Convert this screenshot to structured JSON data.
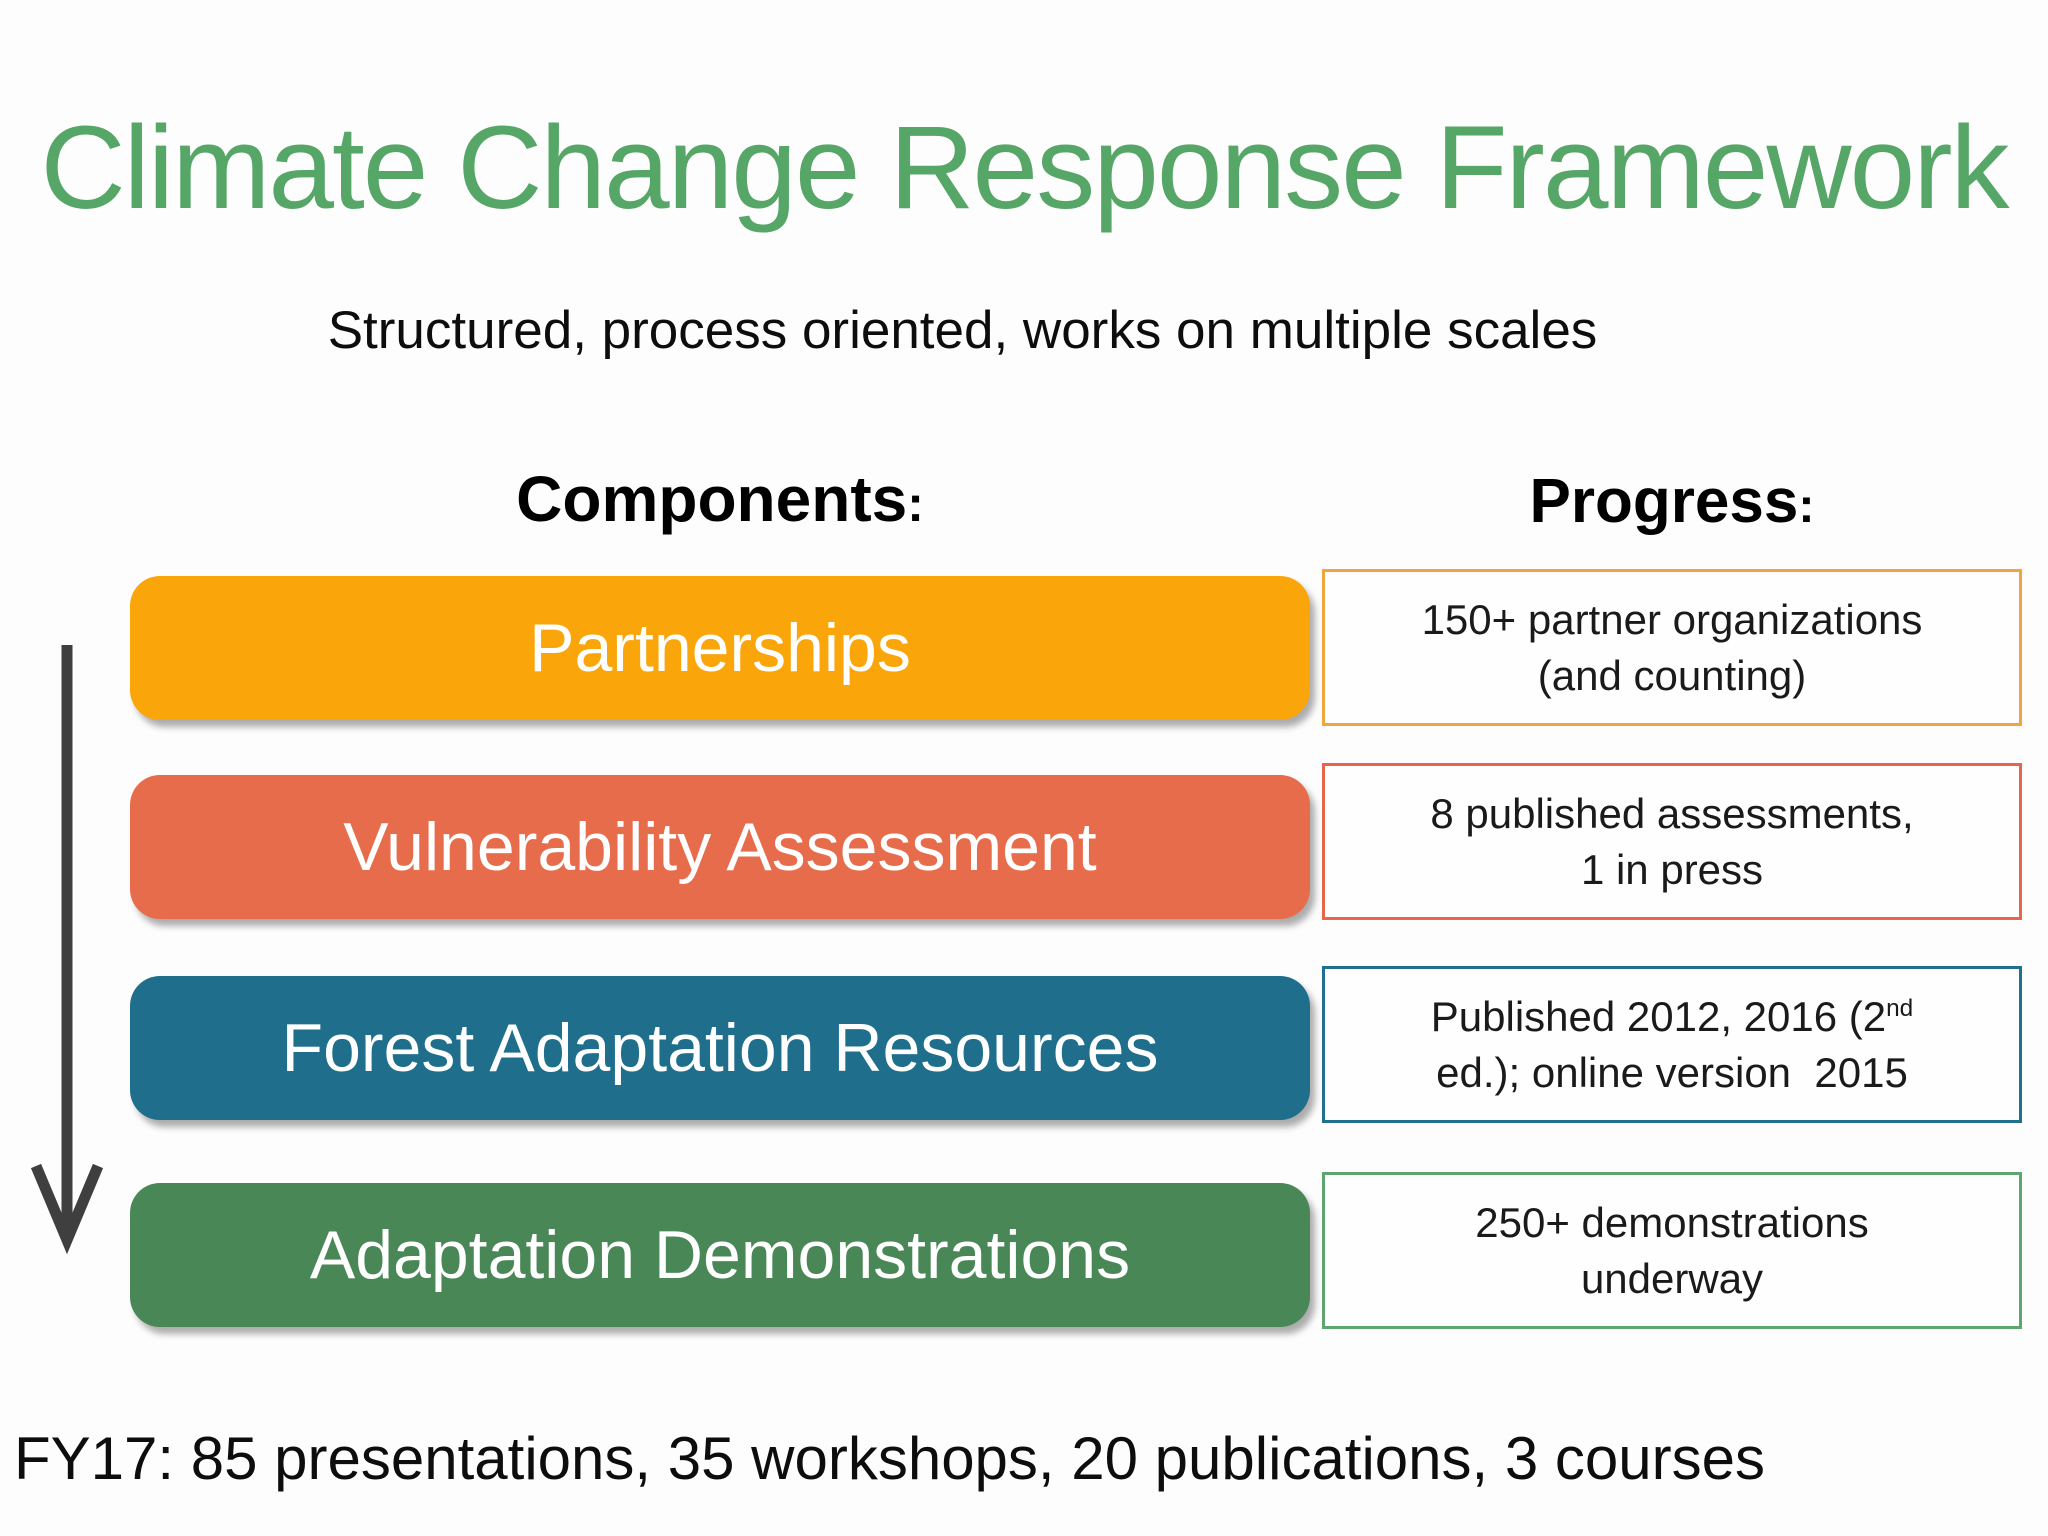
{
  "title": {
    "text": "Climate Change Response Framework",
    "color": "#56A667"
  },
  "subtitle": "Structured, process oriented, works on multiple scales",
  "columns": {
    "components_heading": {
      "text": "Components",
      "colon": ":"
    },
    "progress_heading": {
      "text": "Progress",
      "colon": ":"
    }
  },
  "flow_arrow": {
    "direction": "down",
    "color": "#3F3F3F"
  },
  "rows": [
    {
      "component": "Partnerships",
      "bar_color": "#FAA60B",
      "box_border_color": "#F0A63C",
      "progress_lines": [
        "150+ partner organizations",
        "(and counting)"
      ]
    },
    {
      "component": "Vulnerability Assessment",
      "bar_color": "#E76C4B",
      "box_border_color": "#E8644A",
      "progress_lines": [
        "8 published assessments,",
        "1 in press"
      ]
    },
    {
      "component": "Forest Adaptation Resources",
      "bar_color": "#1E6E8C",
      "box_border_color": "#20718F",
      "progress_line1_pre": "Published 2012, 2016 (2",
      "progress_line1_sup": "nd",
      "progress_line2": "ed.); online version  2015"
    },
    {
      "component": "Adaptation Demonstrations",
      "bar_color": "#498756",
      "box_border_color": "#5EA56F",
      "progress_lines": [
        "250+ demonstrations",
        "underway"
      ]
    }
  ],
  "footer": "FY17: 85 presentations, 35 workshops, 20 publications, 3 courses"
}
